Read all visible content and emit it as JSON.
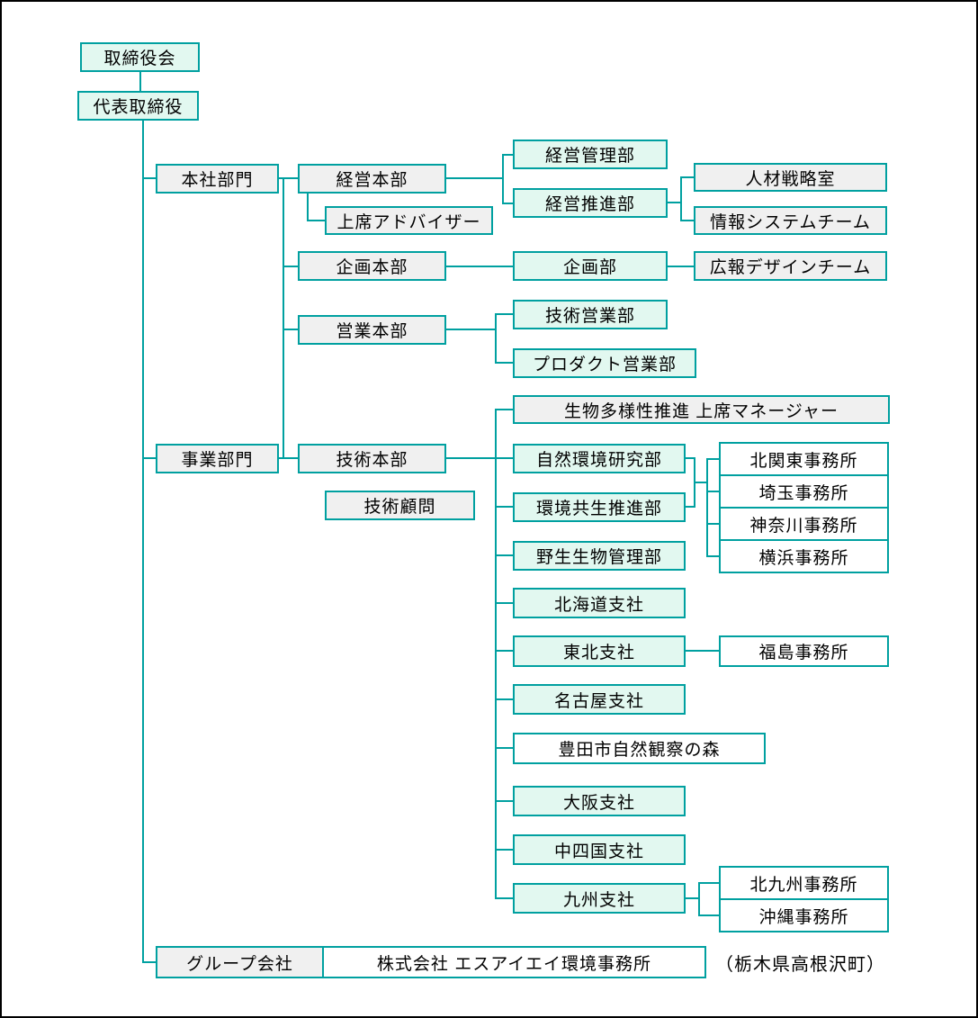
{
  "colors": {
    "line": "#00A0A0",
    "mint_fill": "#E2F8F0",
    "gray_fill": "#F0F0F0",
    "white_fill": "#FFFFFF",
    "frame": "#000000"
  },
  "nodes": {
    "board": "取締役会",
    "ceo": "代表取締役",
    "honsha_bumon": "本社部門",
    "keiei_honbu": "経営本部",
    "joseki_advisor": "上席アドバイザー",
    "keiei_kanri": "経営管理部",
    "keiei_suishin": "経営推進部",
    "jinzai_senryaku": "人材戦略室",
    "joho_system": "情報システムチーム",
    "kikaku_honbu": "企画本部",
    "kikaku_bu": "企画部",
    "koho_design": "広報デザインチーム",
    "eigyo_honbu": "営業本部",
    "gijutsu_eigyo": "技術営業部",
    "product_eigyo": "プロダクト営業部",
    "biodiversity_mgr": "生物多様性推進 上席マネージャー",
    "jigyo_bumon": "事業部門",
    "gijutsu_honbu": "技術本部",
    "gijutsu_komon": "技術顧問",
    "shizen_kankyo": "自然環境研究部",
    "kankyo_kyosei": "環境共生推進部",
    "yasei_seibutsu": "野生生物管理部",
    "kita_kanto": "北関東事務所",
    "saitama": "埼玉事務所",
    "kanagawa": "神奈川事務所",
    "yokohama": "横浜事務所",
    "hokkaido": "北海道支社",
    "tohoku": "東北支社",
    "fukushima": "福島事務所",
    "nagoya": "名古屋支社",
    "toyota_mori": "豊田市自然観察の森",
    "osaka": "大阪支社",
    "chushikoku": "中四国支社",
    "kyushu": "九州支社",
    "kitakyushu": "北九州事務所",
    "okinawa": "沖縄事務所",
    "group_kaisha": "グループ会社",
    "group_company_name": "株式会社 エスアイエイ環境事務所",
    "group_company_location": "（栃木県高根沢町）"
  }
}
